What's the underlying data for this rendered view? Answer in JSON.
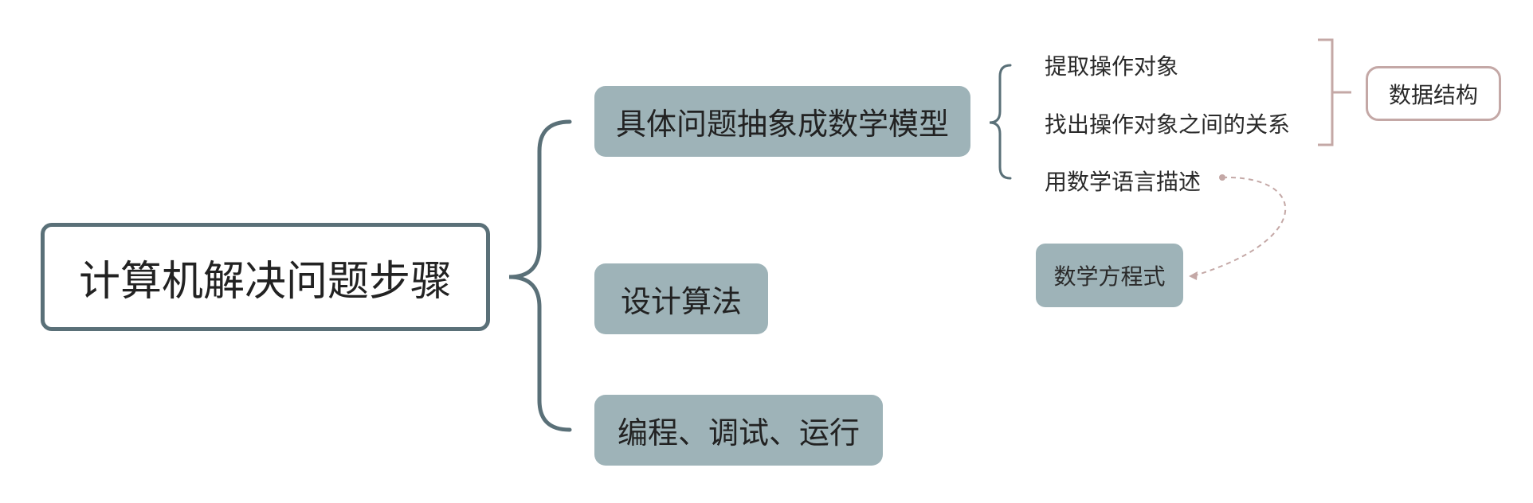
{
  "diagram": {
    "root": {
      "label": "计算机解决问题步骤"
    },
    "branches": [
      {
        "label": "具体问题抽象成数学模型",
        "children": [
          {
            "label": "提取操作对象"
          },
          {
            "label": "找出操作对象之间的关系"
          },
          {
            "label": "用数学语言描述"
          }
        ]
      },
      {
        "label": "设计算法"
      },
      {
        "label": "编程、调试、运行"
      }
    ],
    "summary": {
      "label": "数据结构"
    },
    "callout": {
      "label": "数学方程式"
    }
  },
  "colors": {
    "root_border": "#5a7078",
    "branch_fill": "#9eb3b8",
    "connector": "#5a7078",
    "summary_accent": "#c4a8a6",
    "text": "#2a2a2a"
  }
}
